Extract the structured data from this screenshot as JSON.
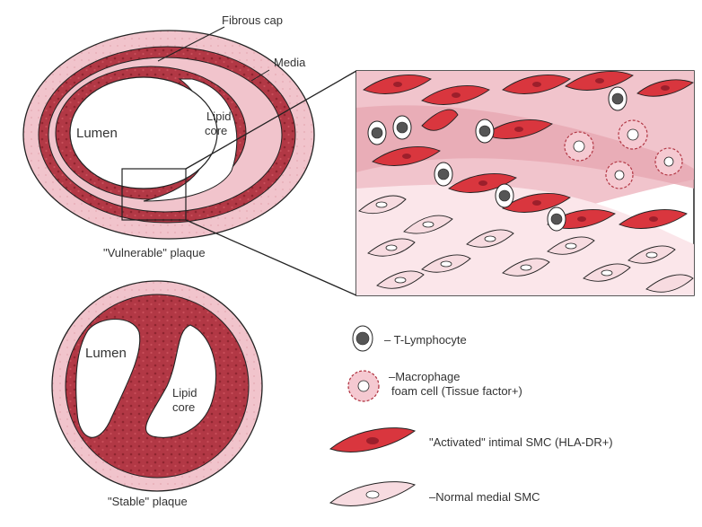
{
  "vulnerable": {
    "fibrous_cap": "Fibrous cap",
    "media": "Media",
    "lumen": "Lumen",
    "lipid_line1": "Lipid",
    "lipid_line2": "core",
    "caption": "\"Vulnerable\" plaque"
  },
  "stable": {
    "lumen": "Lumen",
    "lipid_line1": "Lipid",
    "lipid_line2": "core",
    "caption": "\"Stable\" plaque"
  },
  "legend": {
    "t_lymphocyte": "– T-Lymphocyte",
    "macrophage_line1": "–Macrophage",
    "macrophage_line2": "foam cell (Tissue factor+)",
    "activated_smc": "\"Activated\" intimal SMC (HLA-DR+)",
    "normal_smc": "–Normal medial SMC"
  },
  "colors": {
    "outer_ring": "#f1c4cc",
    "plaque_red": "#b23845",
    "lumen_fill": "#ffffff",
    "activated_smc": "#d9363e",
    "normal_smc": "#f7dbe0",
    "outline": "#222222"
  }
}
